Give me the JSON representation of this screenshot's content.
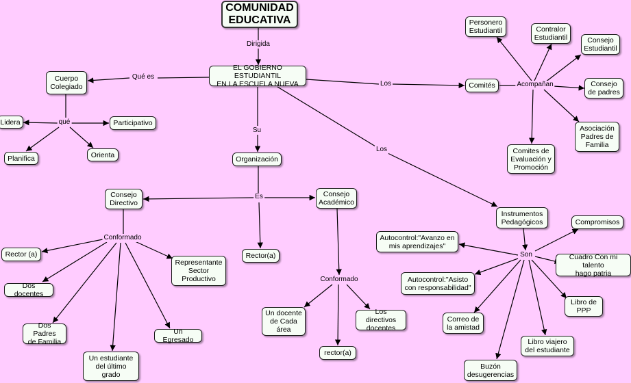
{
  "title": "COMUNIDAD\nEDUCATIVA",
  "nodes": {
    "gobierno": "EL GOBIERNO ESTUDIANTIL\nEN LA ESCUELA NUEVA",
    "cuerpo": "Cuerpo\nColegiado",
    "lidera": "Lidera",
    "participativo": "Participativo",
    "planifica": "Planifica",
    "orienta": "Orienta",
    "organizacion": "Organización",
    "comites": "Comités",
    "personero": "Personero\nEstudiantil",
    "contralor": "Contralor\nEstudiantil",
    "consejo_est": "Consejo\nEstudiantil",
    "consejo_padres": "Consejo\nde padres",
    "asociacion": "Asociación\nPadres de\nFamilia",
    "comites_eval": "Comites de\nEvaluación y\nPromoción",
    "consejo_dir": "Consejo\nDirectivo",
    "consejo_acad": "Consejo\nAcadémico",
    "rector_mid": "Rector(a)",
    "rector_a": "Rector (a)",
    "dos_docentes": "Dos docentes",
    "dos_padres": "Dos Padres\nde Familia",
    "estudiante": "Un estudiante\ndel último\ngrado",
    "egresado": "Un Egresado",
    "representante": "Representante\nSector\nProductivo",
    "un_docente": "Un docente\nde Cada\nárea",
    "rector_b": "rector(a)",
    "directivos": "Los directivos\ndocentes",
    "instrumentos": "Instrumentos\nPedagógicos",
    "compromisos": "Compromisos",
    "autocontrol1": "Autocontrol:\"Avanzo en\nmis aprendizajes\"",
    "cuadro": "Cuadro Con mi talento\nhago patria",
    "autocontrol2": "Autocontrol:\"Asisto\ncon responsabilidad\"",
    "libro_ppp": "Libro  de\nPPP",
    "correo": "Correo de\nla amistad",
    "libro_viajero": "Libro viajero\ndel estudiante",
    "buzon": "Buzón\ndesugerencias"
  },
  "labels": {
    "dirigida": "Dirigida",
    "que_es": "Qué es",
    "los1": "Los",
    "los2": "Los",
    "su": "Su",
    "que": "qué",
    "acompanan": "Acompañan",
    "es": "Es",
    "conformado1": "Conformado",
    "conformado2": "Conformado",
    "son": "Son"
  }
}
